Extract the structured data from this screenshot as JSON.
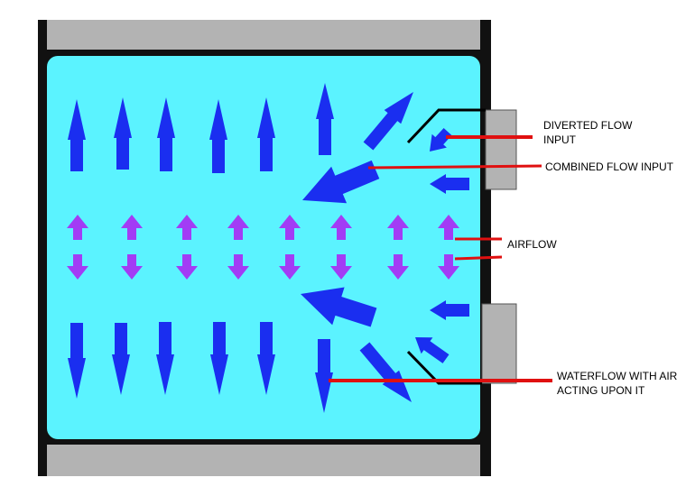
{
  "diagram": {
    "colors": {
      "water": "#5bf3ff",
      "frame": "#111111",
      "plate": "#b3b3b3",
      "flow_arrow": "#1a2ef0",
      "air_arrow": "#a23cf5",
      "leader": "#e01010"
    },
    "labels": {
      "diverted_line1": "DIVERTED FLOW",
      "diverted_line2": "INPUT",
      "combined": "COMBINED FLOW INPUT",
      "airflow": "AIRFLOW",
      "waterflow_line1": "WATERFLOW WITH AIR",
      "waterflow_line2": "ACTING UPON IT"
    }
  }
}
